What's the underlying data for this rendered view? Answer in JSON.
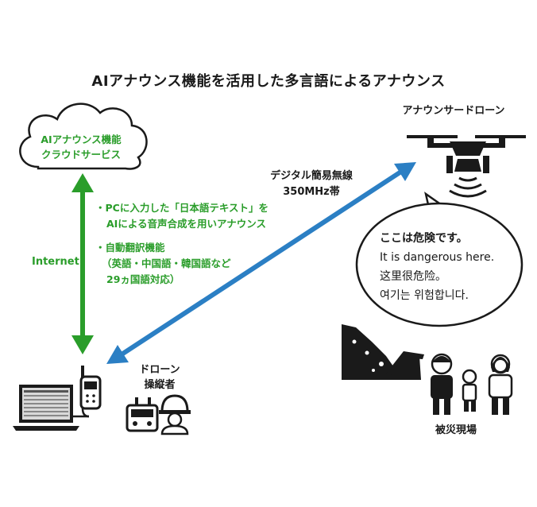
{
  "title": "AIアナウンス機能を活用した多言語によるアナウンス",
  "cloud": {
    "line1": "AIアナウンス機能",
    "line2": "クラウドサービス"
  },
  "internet_label": "Internet",
  "features": {
    "item1_line1": "・PCに入力した「日本語テキスト」を",
    "item1_line2": "AIによる音声合成を用いアナウンス",
    "item2_line1": "・自動翻訳機能",
    "item2_line2": "（英語・中国語・韓国語など",
    "item2_line3": "29ヵ国語対応）"
  },
  "band": {
    "line1": "デジタル簡易無線",
    "line2": "350MHz帯"
  },
  "drone_label": "アナウンサードローン",
  "operator": {
    "line1": "ドローン",
    "line2": "操縦者"
  },
  "speech": {
    "ja": "ここは危険です。",
    "en": "It is dangerous here.",
    "zh": "这里很危险。",
    "ko": "여기는 위험합니다."
  },
  "disaster_label": "被災現場",
  "colors": {
    "green": "#2a9d2a",
    "blue": "#2b7fc4",
    "black": "#1a1a1a"
  }
}
